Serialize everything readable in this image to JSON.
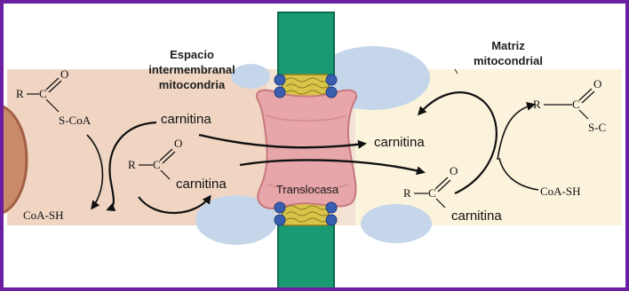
{
  "colors": {
    "frame": "#6a1fa3",
    "left_band": "#f0d5c3",
    "right_band": "#fbf3dc",
    "membrane_bar": "#1a9a73",
    "protein": "#e7a6a9",
    "protein_stroke": "#c7787d",
    "lipid": "#d9c44a",
    "bead": "#3a5fb0",
    "vesicle": "#c6d6ea",
    "left_cell": "#c98a6a",
    "arrow": "#111111"
  },
  "labels": {
    "intermembrane_line1": "Espacio",
    "intermembrane_line2": "intermembranal",
    "intermembrane_line3": "mitocondria",
    "matrix_line1": "Matriz",
    "matrix_line2": "mitocondrial",
    "translocase": "Translocasa"
  },
  "left_cycle": {
    "acyl_r": "R",
    "acyl_o": "O",
    "acyl_scoa": "S-CoA",
    "carnitina_top": "carnitina",
    "acylcarnitine_r": "R",
    "acylcarnitine_o": "O",
    "carnitina_mid": "carnitina",
    "coash": "CoA-SH"
  },
  "right_cycle": {
    "carnitina_top": "carnitina",
    "acyl_r": "R",
    "acyl_o": "O",
    "acyl_sc": "S-C",
    "acylcarnitine_r": "R",
    "acylcarnitine_o": "O",
    "coash": "CoA-SH",
    "carnitina_bottom": "carnitina"
  }
}
